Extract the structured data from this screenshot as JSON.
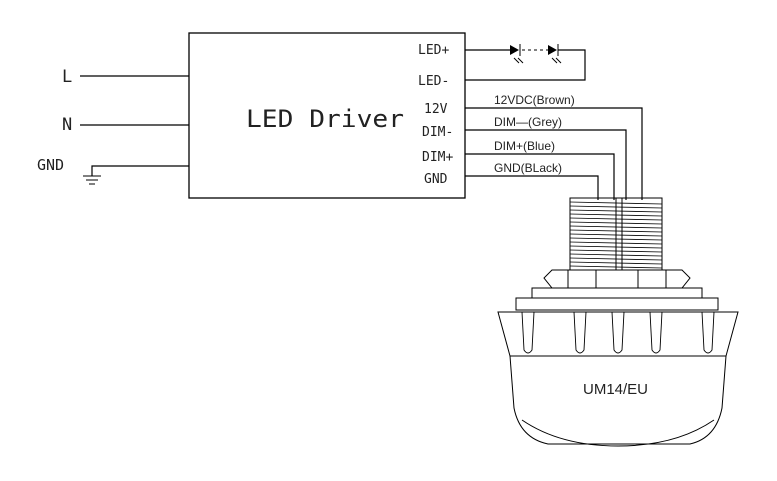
{
  "inputs": {
    "line": "L",
    "neutral": "N",
    "ground": "GND"
  },
  "driver": {
    "title": "LED Driver",
    "terminals": [
      "LED+",
      "LED-",
      "12V",
      "DIM-",
      "DIM+",
      "GND"
    ]
  },
  "wires": [
    "12VDC(Brown)",
    "DIM—(Grey)",
    "DIM+(Blue)",
    "GND(BLack)"
  ],
  "sensor": {
    "model": "UM14/EU"
  },
  "led_string": {
    "icon": "led-diode-icon",
    "count": 2
  }
}
